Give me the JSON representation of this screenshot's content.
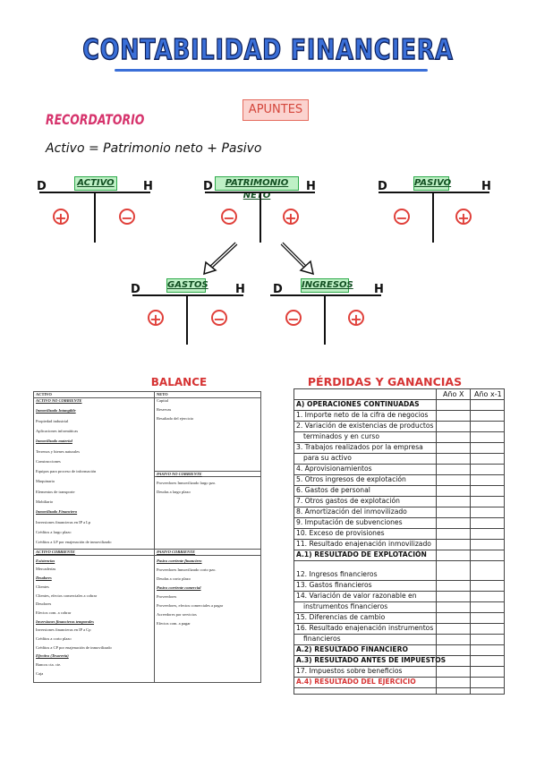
{
  "header": {
    "title": "CONTABILIDAD FINANCIERA",
    "badge": "APUNTES",
    "reminder": "RECORDATORIO",
    "formula": "Activo = Patrimonio neto + Pasivo"
  },
  "t_accounts": {
    "debit_letter": "D",
    "credit_letter": "H",
    "plus": "+",
    "minus": "−",
    "activo": "ACTIVO",
    "patrimonio": "PATRIMONIO NETO",
    "pasivo": "PASIVO",
    "gastos": "GASTOS",
    "ingresos": "INGRESOS"
  },
  "balance": {
    "title": "BALANCE",
    "col_activo": "ACTIVO",
    "col_neto": "NETO",
    "left": [
      "ACTIVO NO CORRIENTE",
      "Inmovilizado Intangible",
      "Propiedad industrial",
      "Aplicaciones informáticas",
      "Inmovilizado material",
      "Terrenos y bienes naturales",
      "Construcciones",
      "Equipos para proceso de información",
      "Maquinaria",
      "Elementos de transporte",
      "Mobiliario",
      "Inmovilizado Financiero",
      "Inversiones financieras en IP a Lp",
      "Créditos a largo plazo",
      "Créditos a LP por enajenación de inmovilizado"
    ],
    "left2": [
      "ACTIVO CORRIENTE",
      "Existencias",
      "Mercaderías",
      "Deudores",
      "Clientes",
      "Clientes, efectos comerciales a cobrar",
      "Deudores",
      "Efectos com. a cobrar",
      "Inversiones financieras temporales",
      "Inversiones financieras en IP a Cp",
      "Créditos a corto plazo",
      "Créditos a CP por enajenación de inmovilizado",
      "Efectivo (Tesorería)",
      "Bancos cta. cte.",
      "Caja"
    ],
    "right": [
      "Capital",
      "Reservas",
      "Resultado del ejercicio"
    ],
    "right_pnc": [
      "PASIVO NO CORRIENTE",
      "Proveedores Inmovilizado largo pzo.",
      "Deudas a largo plazo"
    ],
    "right_pc": [
      "PASIVO CORRIENTE",
      "Pasivo corriente financiero",
      "Proveedores Inmovilizado corto pzo.",
      "Deudas a corto plazo",
      "Pasivo corriente comercial",
      "Proveedores",
      "Proveedores, efectos comerciales a pagar",
      "Acreedores por servicios",
      "Efectos com. a pagar"
    ]
  },
  "pyg": {
    "title": "PÉRDIDAS Y GANANCIAS",
    "col_x": "Año X",
    "col_x1": "Año x-1",
    "rows": [
      "A) OPERACIONES CONTINUADAS",
      "1. Importe neto de la cifra de negocios",
      "2. Variación de existencias de productos",
      "terminados y en curso",
      "3. Trabajos realizados por la empresa",
      "para su activo",
      "4. Aprovisionamientos",
      "5. Otros ingresos de explotación",
      "6. Gastos de personal",
      "7. Otros gastos de explotación",
      "8. Amortización del inmovilizado",
      "9. Imputación de subvenciones",
      "10. Exceso de provisiones",
      "11. Resultado enajenación inmovilizado",
      "A.1) RESULTADO DE EXPLOTACIÓN",
      "12. Ingresos financieros",
      "13. Gastos financieros",
      "14. Variación de valor razonable en",
      "instrumentos financieros",
      "15. Diferencias de cambio",
      "16. Resultado enajenación instrumentos",
      "financieros",
      "A.2) RESULTADO FINANCIERO",
      "A.3) RESULTADO ANTES DE IMPUESTOS",
      "17. Impuestos sobre beneficios",
      "A.4) RESULTADO DEL EJERCICIO"
    ],
    "accent": "#d63333"
  }
}
